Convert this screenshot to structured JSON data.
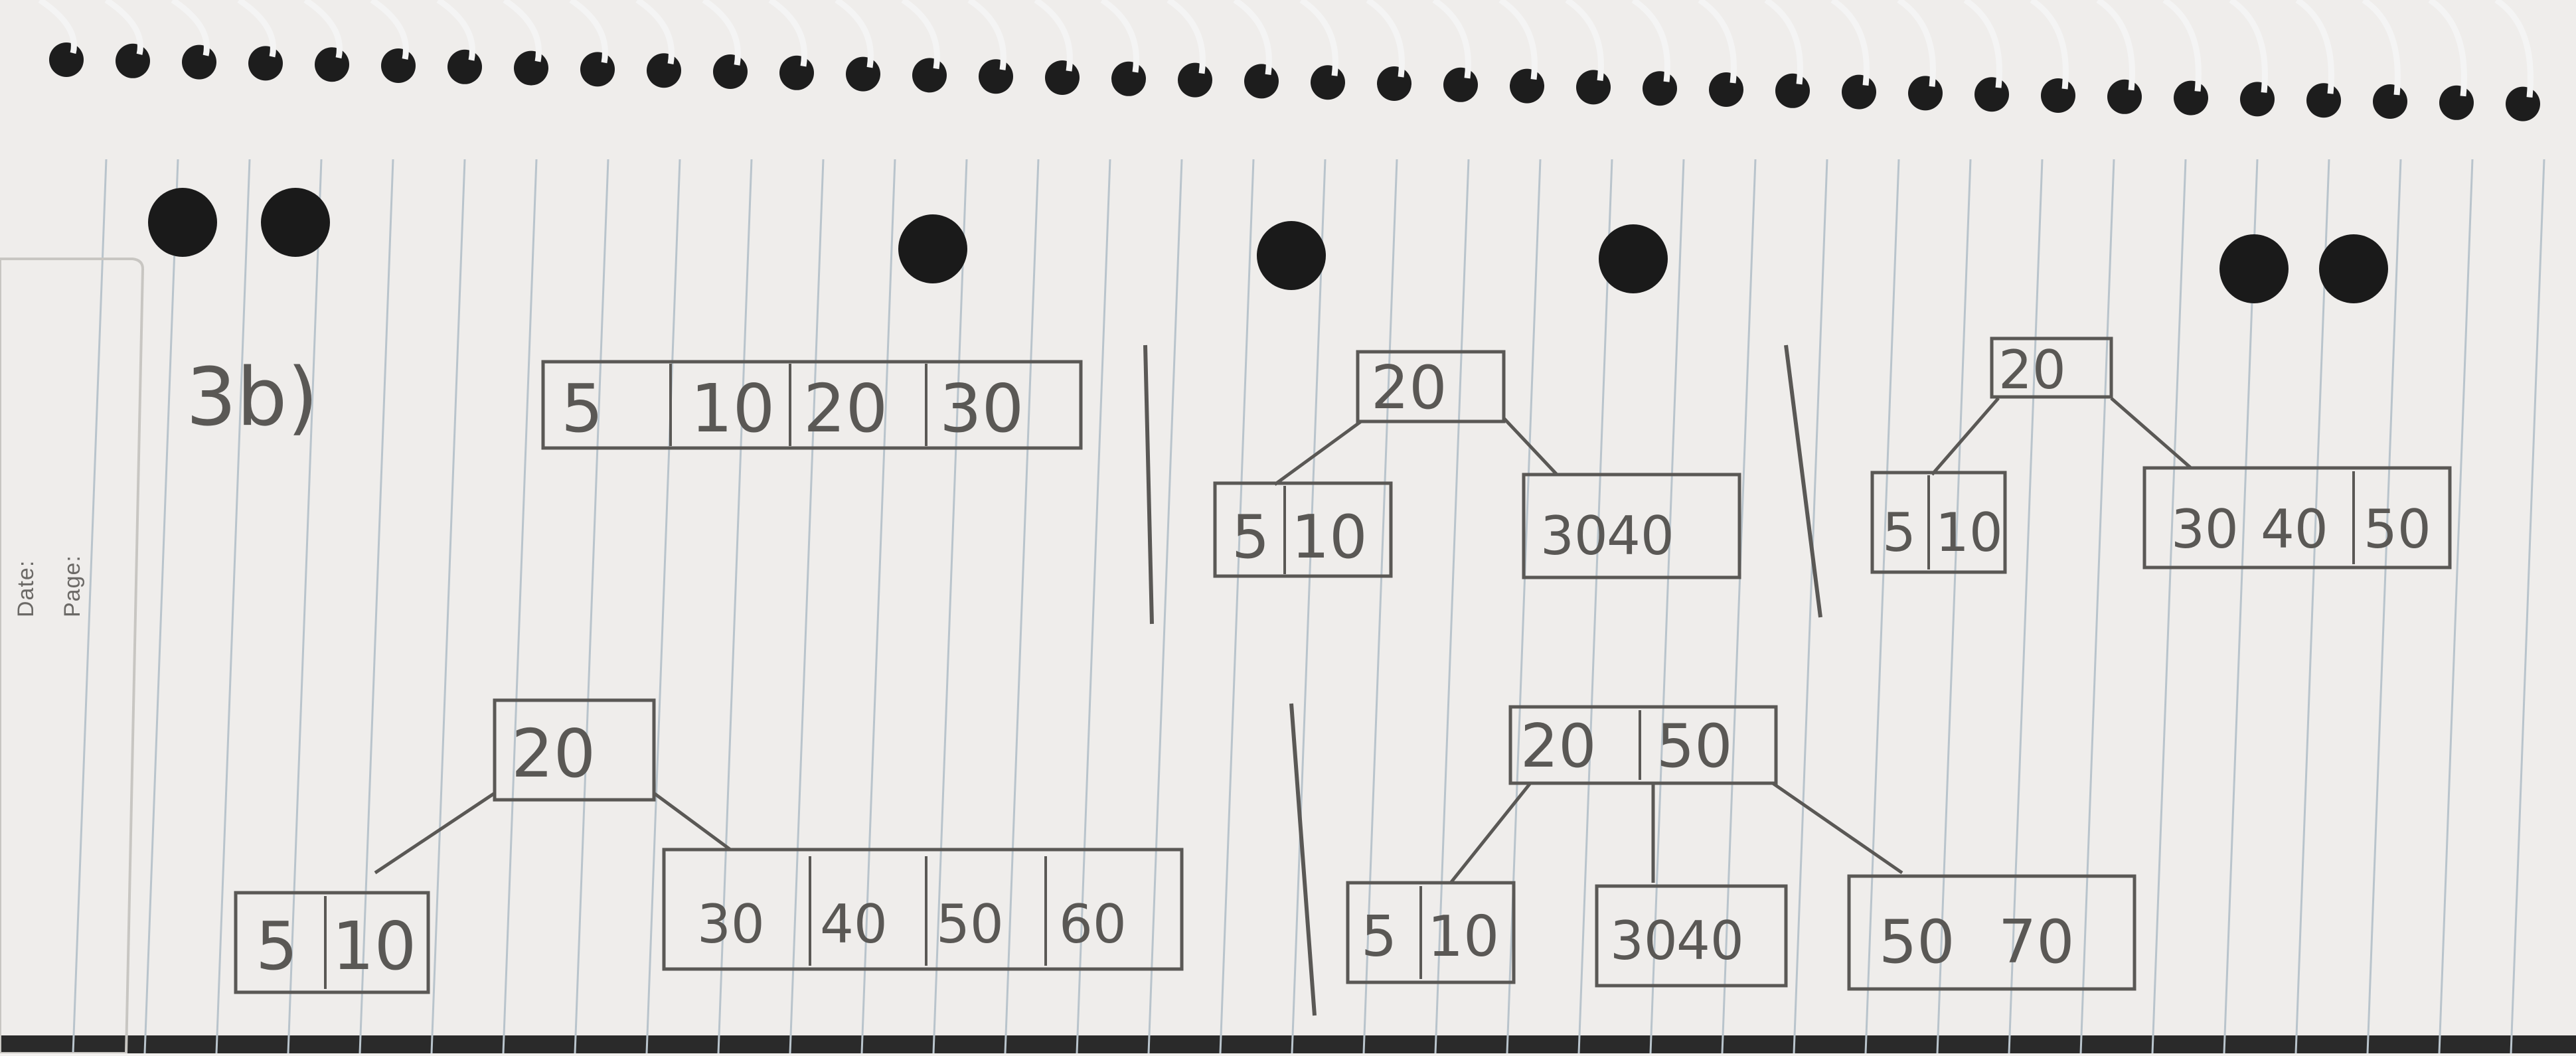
{
  "sheet": {
    "sidebar_labels": [
      "Date:",
      "Page:"
    ],
    "problem_label": "3b)"
  },
  "diagram": {
    "step1": {
      "keys": [
        "5",
        "10",
        "20",
        "30"
      ]
    },
    "step2": {
      "root": [
        "20"
      ],
      "left": [
        "5",
        "10"
      ],
      "right": [
        "30",
        "40"
      ]
    },
    "step3": {
      "root": [
        "20"
      ],
      "left": [
        "5",
        "10"
      ],
      "right": [
        "30",
        "40",
        "50"
      ]
    },
    "step4": {
      "root": [
        "20"
      ],
      "left": [
        "5",
        "10"
      ],
      "right": [
        "30",
        "40",
        "50",
        "60"
      ]
    },
    "step5": {
      "root": [
        "20",
        "50"
      ],
      "left": [
        "5",
        "10"
      ],
      "middle": [
        "30",
        "40"
      ],
      "right": [
        "50",
        "70"
      ]
    }
  },
  "colors": {
    "paper": "#f2f0ee",
    "rule": "#b9c4cc",
    "pencil": "#5a5855",
    "hole": "#1a1a1a",
    "coil": "#f4f4f4"
  }
}
